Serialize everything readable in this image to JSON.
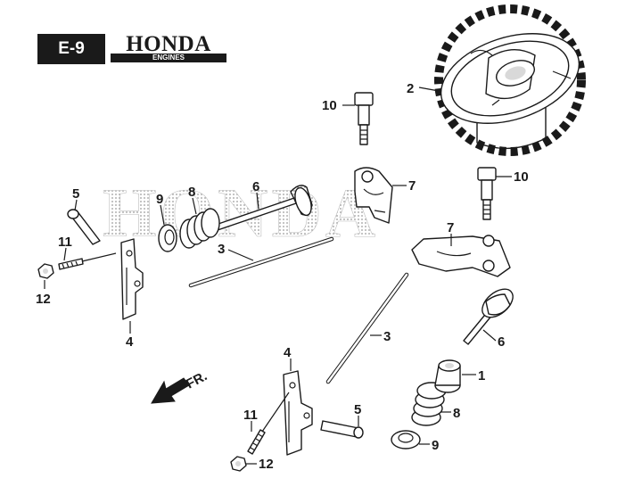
{
  "header": {
    "section_code": "E-9",
    "brand": "HONDA",
    "brand_sub": "ENGINES"
  },
  "watermark_text": "HONDA",
  "direction_label": "FR.",
  "callouts": {
    "c1": "1",
    "c2": "2",
    "c3a": "3",
    "c3b": "3",
    "c4a": "4",
    "c4b": "4",
    "c5a": "5",
    "c5b": "5",
    "c6a": "6",
    "c6b": "6",
    "c7a": "7",
    "c7b": "7",
    "c8a": "8",
    "c8b": "8",
    "c9a": "9",
    "c9b": "9",
    "c10a": "10",
    "c10b": "10",
    "c11a": "11",
    "c11b": "11",
    "c12a": "12",
    "c12b": "12"
  }
}
